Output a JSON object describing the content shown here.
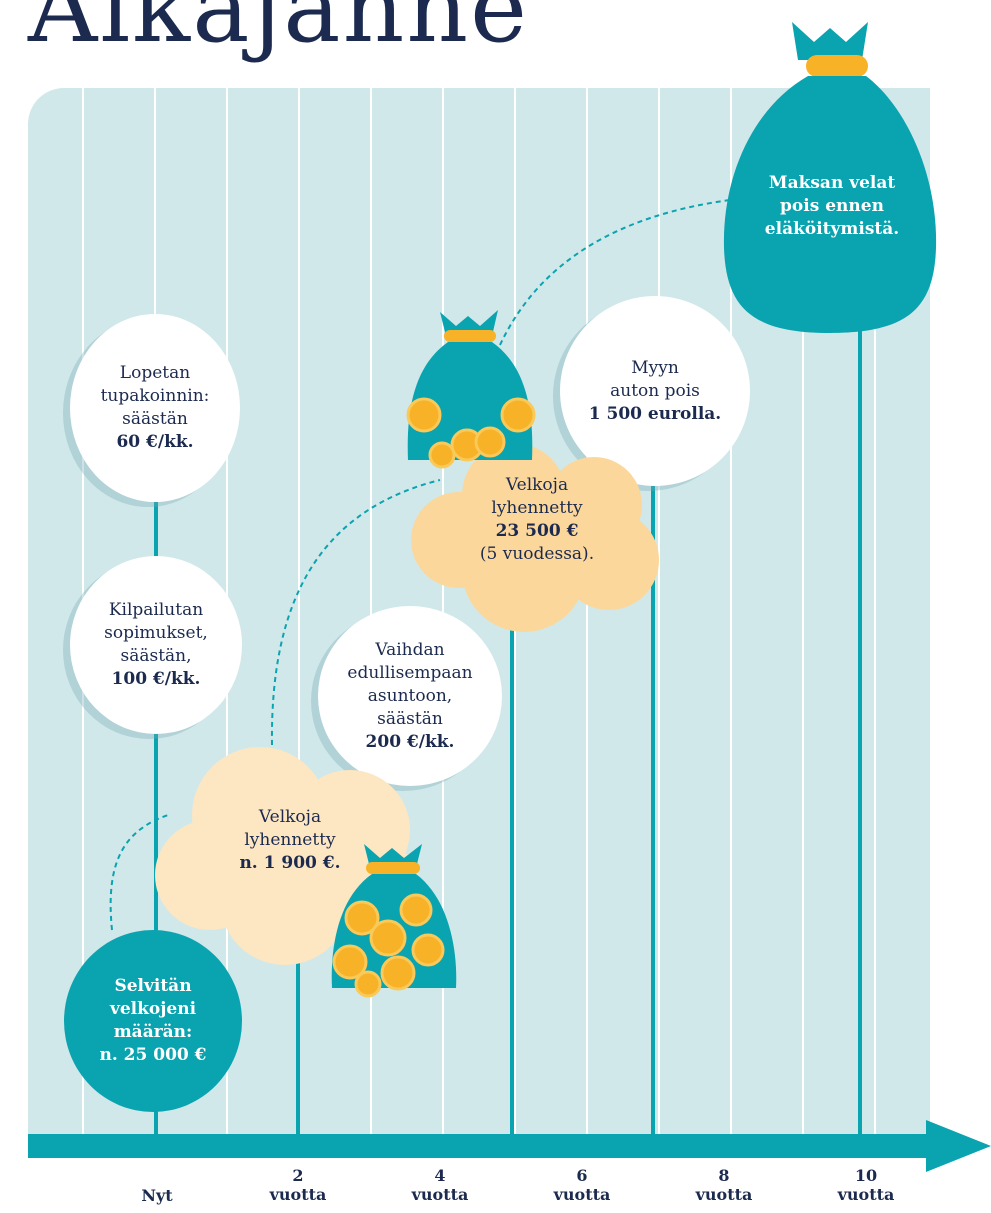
{
  "title": "Aikajanne",
  "colors": {
    "panel": "#d0e8ea",
    "teal": "#0aa3b0",
    "gold": "#f7b227",
    "cloud": "#fcd79b",
    "cloud_light": "#fde6c2",
    "navy": "#1b2a4e"
  },
  "axis": {
    "ticks": [
      {
        "number": "",
        "label": "Nyt"
      },
      {
        "number": "2",
        "label": "vuotta"
      },
      {
        "number": "4",
        "label": "vuotta"
      },
      {
        "number": "6",
        "label": "vuotta"
      },
      {
        "number": "8",
        "label": "vuotta"
      },
      {
        "number": "10",
        "label": "vuotta"
      }
    ]
  },
  "milestones": {
    "smoking": {
      "line1": "Lopetan",
      "line2": "tupakoinnin:",
      "line3": "säästän",
      "amount": "60 €/kk."
    },
    "contracts": {
      "line1": "Kilpailutan",
      "line2": "sopimukset,",
      "line3": "säästän,",
      "amount": "100 €/kk."
    },
    "start": {
      "line1": "Selvitän",
      "line2": "velkojeni",
      "line3": "määrän:",
      "amount": "n. 25 000 €"
    },
    "apartment": {
      "line1": "Vaihdan",
      "line2": "edullisempaan",
      "line3": "asuntoon,",
      "line4": "säästän",
      "amount": "200 €/kk."
    },
    "car": {
      "line1": "Myyn",
      "line2": "auton pois",
      "amount": "1 500 eurolla."
    }
  },
  "clouds": {
    "early": {
      "line1": "Velkoja",
      "line2": "lyhennetty",
      "amount": "n. 1 900 €."
    },
    "mid": {
      "line1": "Velkoja",
      "line2": "lyhennetty",
      "amount": "23 500 €",
      "note": "(5 vuodessa)."
    }
  },
  "goal": {
    "line1": "Maksan velat",
    "line2": "pois ennen",
    "line3": "eläköitymistä."
  },
  "icons": [
    "money-bag-icon",
    "coin-icon",
    "timeline-arrow-icon"
  ]
}
